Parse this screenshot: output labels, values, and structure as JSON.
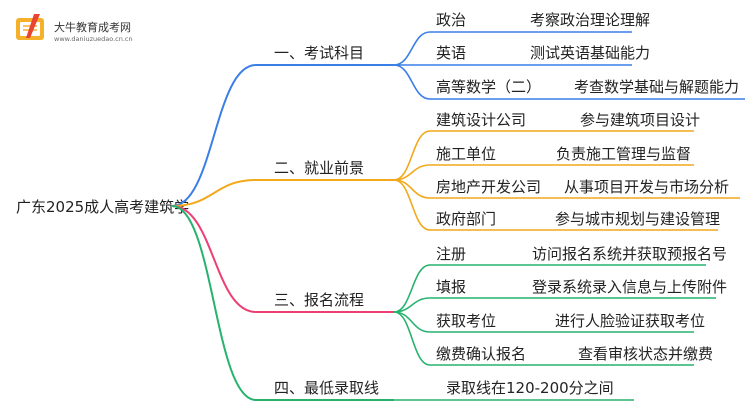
{
  "logo": {
    "title": "大牛教育成考网",
    "url": "www.daniuzuedao.cn.cn"
  },
  "root": "广东2025成人高考建筑学",
  "colors": {
    "branch1": "#3a7ee8",
    "branch2": "#f2a91c",
    "branch3": "#ec3f74",
    "branch4": "#27b36e"
  },
  "branches": [
    {
      "label": "一、考试科目",
      "children": [
        {
          "label": "政治",
          "desc": "考察政治理论理解"
        },
        {
          "label": "英语",
          "desc": "测试英语基础能力"
        },
        {
          "label": "高等数学（二）",
          "desc": "考查数学基础与解题能力"
        }
      ]
    },
    {
      "label": "二、就业前景",
      "children": [
        {
          "label": "建筑设计公司",
          "desc": "参与建筑项目设计"
        },
        {
          "label": "施工单位",
          "desc": "负责施工管理与监督"
        },
        {
          "label": "房地产开发公司",
          "desc": "从事项目开发与市场分析"
        },
        {
          "label": "政府部门",
          "desc": "参与城市规划与建设管理"
        }
      ]
    },
    {
      "label": "三、报名流程",
      "children": [
        {
          "label": "注册",
          "desc": "访问报名系统并获取预报名号"
        },
        {
          "label": "填报",
          "desc": "登录系统录入信息与上传附件"
        },
        {
          "label": "获取考位",
          "desc": "进行人脸验证获取考位"
        },
        {
          "label": "缴费确认报名",
          "desc": "查看审核状态并缴费"
        }
      ]
    },
    {
      "label": "四、最低录取线",
      "children": [
        {
          "label": "",
          "desc": "录取线在120-200分之间"
        }
      ]
    }
  ]
}
